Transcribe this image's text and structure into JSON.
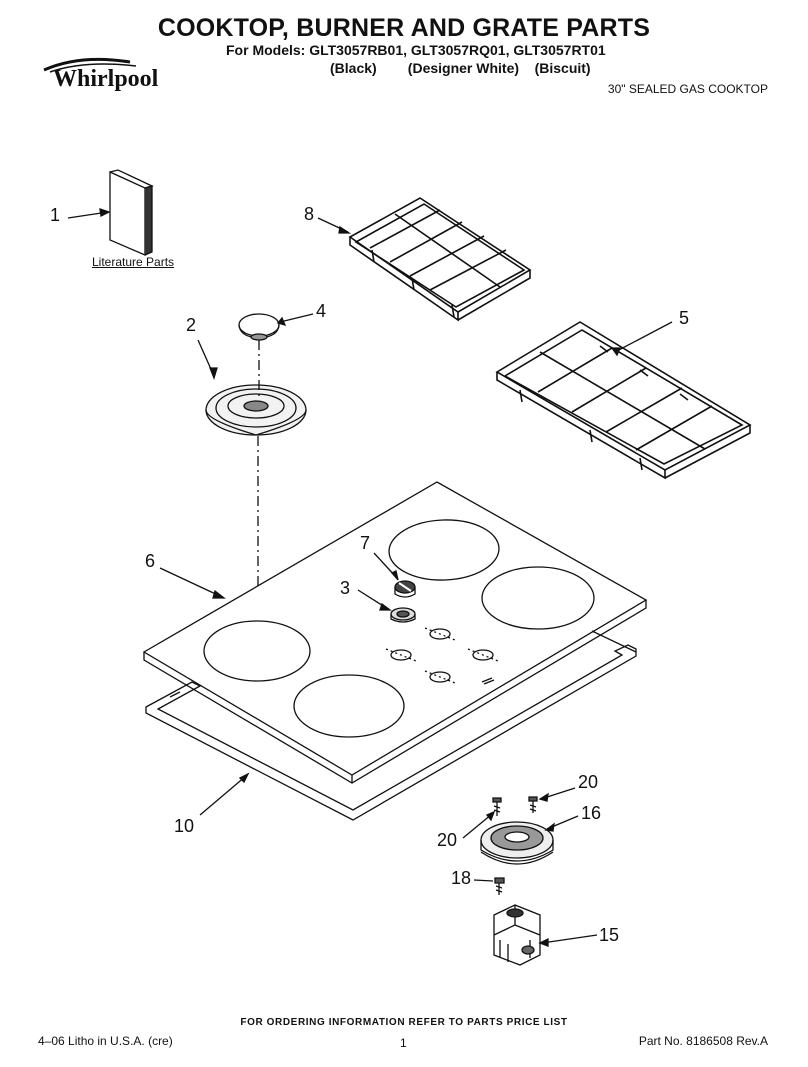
{
  "header": {
    "title": "COOKTOP, BURNER AND GRATE PARTS",
    "models": "For Models: GLT3057RB01, GLT3057RQ01, GLT3057RT01",
    "colors": "(Black)        (Designer White)    (Biscuit)",
    "subtitle": "30\" SEALED GAS COOKTOP",
    "brand": "Whirlpool"
  },
  "callouts": {
    "c1": "1",
    "c2": "2",
    "c3": "3",
    "c4": "4",
    "c5": "5",
    "c6": "6",
    "c7": "7",
    "c8": "8",
    "c10": "10",
    "c15": "15",
    "c16": "16",
    "c18": "18",
    "c20a": "20",
    "c20b": "20"
  },
  "literature_label": "Literature Parts",
  "footer": {
    "order_note": "FOR ORDERING INFORMATION REFER TO PARTS PRICE LIST",
    "litho": "4–06 Litho in U.S.A. (cre)",
    "page": "1",
    "part_no": "Part No. 8186508 Rev.A"
  }
}
